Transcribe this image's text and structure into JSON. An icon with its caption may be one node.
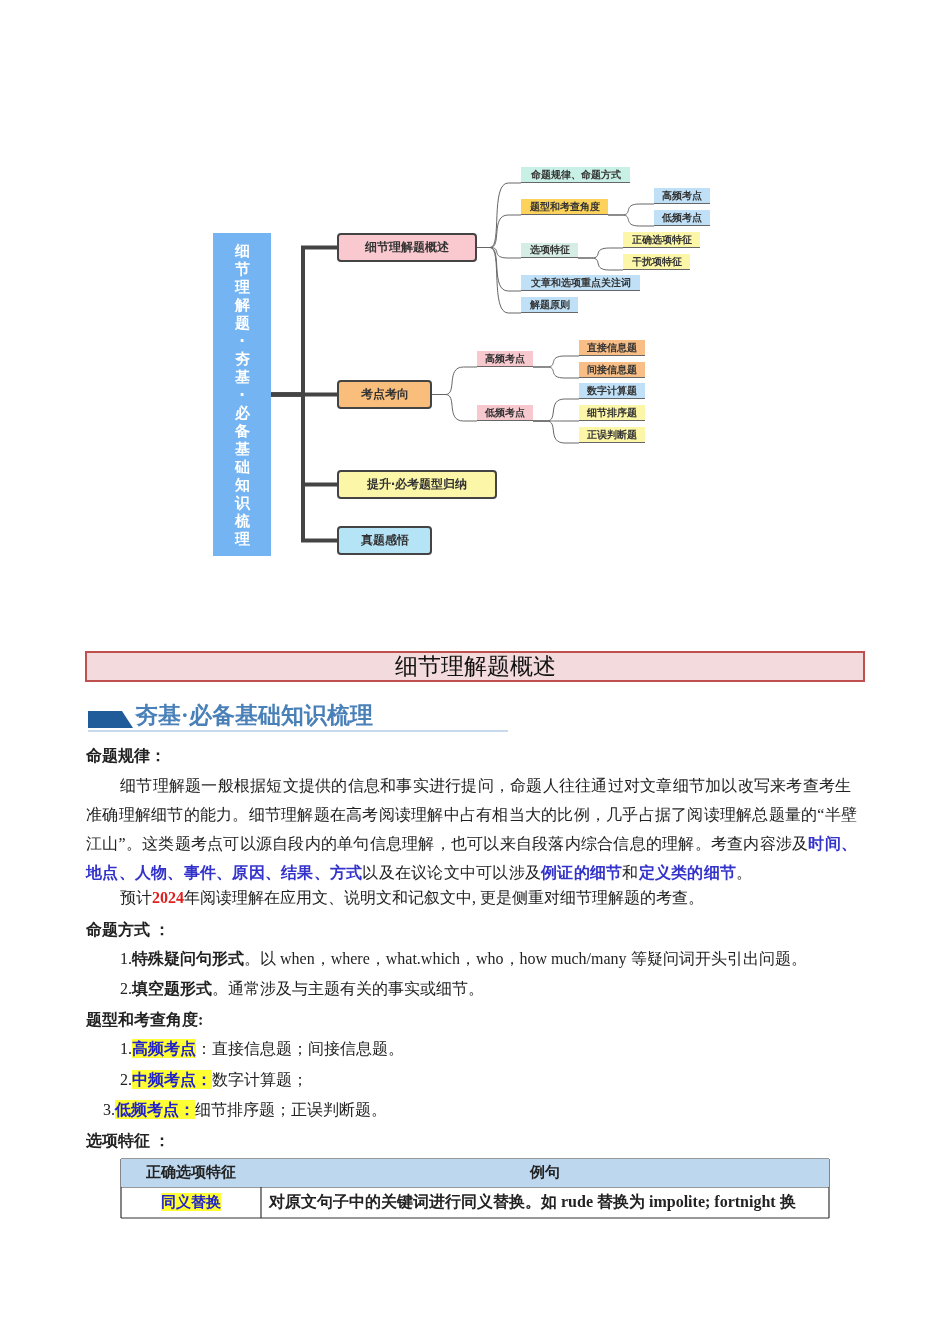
{
  "diagram": {
    "nodes": [
      {
        "text": [
          "细节理解题·夯基·必备基础知识梳理"
        ]
      },
      {
        "text": [
          "细节理解题概述"
        ]
      },
      {
        "text": [
          "考点考向"
        ]
      },
      {
        "text": [
          "提升·必考题型归纳"
        ]
      },
      {
        "text": [
          "真题感悟"
        ]
      },
      {
        "text": [
          "命题规律、命题方式"
        ]
      },
      {
        "text": [
          "题型和考查角度"
        ]
      },
      {
        "text": [
          "高频考点"
        ]
      },
      {
        "text": [
          "低频考点"
        ]
      },
      {
        "text": [
          "选项特征"
        ]
      },
      {
        "text": [
          "正确选项特征"
        ]
      },
      {
        "text": [
          "干扰项特征"
        ]
      },
      {
        "text": [
          "文章和选项重点关注词"
        ]
      },
      {
        "text": [
          "解题原则"
        ]
      },
      {
        "text": [
          "高频考点"
        ]
      },
      {
        "text": [
          "低频考点"
        ]
      },
      {
        "text": [
          "直接信息题"
        ]
      },
      {
        "text": [
          "间接信息题"
        ]
      },
      {
        "text": [
          "数字计算题"
        ]
      },
      {
        "text": [
          "细节排序题"
        ]
      },
      {
        "text": [
          "正误判断题"
        ]
      }
    ],
    "edges": [
      {
        "from": 0,
        "to": 1,
        "arrow": "none",
        "style": "thick"
      },
      {
        "from": 0,
        "to": 2,
        "arrow": "none",
        "style": "thick"
      },
      {
        "from": 0,
        "to": 3,
        "arrow": "none",
        "style": "thick"
      },
      {
        "from": 0,
        "to": 4,
        "arrow": "none",
        "style": "thick"
      },
      {
        "from": 1,
        "to": 5,
        "arrow": "none"
      },
      {
        "from": 1,
        "to": 6,
        "arrow": "none"
      },
      {
        "from": 1,
        "to": 9,
        "arrow": "none"
      },
      {
        "from": 1,
        "to": 12,
        "arrow": "none"
      },
      {
        "from": 1,
        "to": 13,
        "arrow": "none"
      },
      {
        "from": 6,
        "to": 7,
        "arrow": "none"
      },
      {
        "from": 6,
        "to": 8,
        "arrow": "none"
      },
      {
        "from": 9,
        "to": 10,
        "arrow": "none"
      },
      {
        "from": 9,
        "to": 11,
        "arrow": "none"
      },
      {
        "from": 2,
        "to": 14,
        "arrow": "none"
      },
      {
        "from": 2,
        "to": 15,
        "arrow": "none"
      },
      {
        "from": 14,
        "to": 16,
        "arrow": "none"
      },
      {
        "from": 14,
        "to": 17,
        "arrow": "none"
      },
      {
        "from": 15,
        "to": 18,
        "arrow": "none"
      },
      {
        "from": 15,
        "to": 19,
        "arrow": "none"
      },
      {
        "from": 15,
        "to": 20,
        "arrow": "none"
      }
    ],
    "labels": [
      "细节理解题概述",
      "夯基·必备基础知识梳理",
      "命题规律：",
      "细节理解题一般根据短文提供的信息和事实进行提问，命题人往往通过对文章细节加以改写来考查考生准确理解细节的能力。细节理解题在高考阅读理解中占有相当大的比例，几乎占据了阅读理解总题量的“半壁江山”。这类题考点可以源自段内的单句信息理解，也可以来自段落内综合信息的理解。考查内容涉及**时间、地点、人物、事件、原因、结果、方式**以及在议论文中可以涉及**例证的细节**和**定义类的细节**。",
      "预计**2024**年阅读理解在应用文、说明文和记叙文中, 更是侧重对细节理解题的考查。",
      "命题方式 ：",
      "1.**特殊疑问句形式**。以 when，where，what.which，who，how much/many 等疑问词开头引出问题。",
      "2.**填空题形式**。通常涉及与主题有关的事实或细节。",
      "题型和考查角度:",
      "1.**高频考点**：直接信息题；间接信息题。",
      "2.**中频考点：**数字计算题；",
      "3.**低频考点：**细节排序题；正误判断题。",
      "选项特征 ：",
      "正确选项特征",
      "例句",
      "同义替换",
      "对原文句子中的关键词进行同义替换。如 rude 替换为 impolite; fortnight 换"
    ]
  }
}
